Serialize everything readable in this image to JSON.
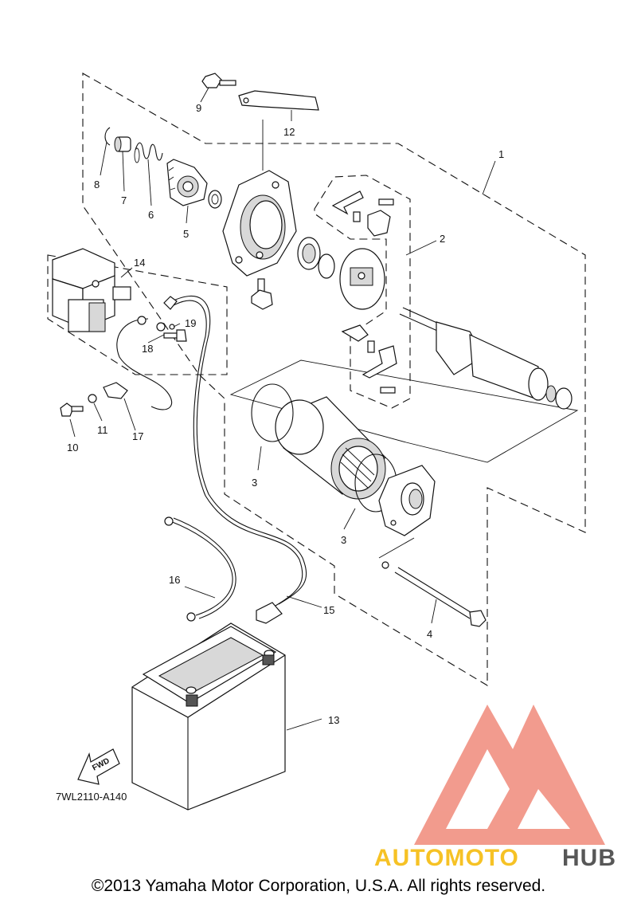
{
  "diagram": {
    "callouts": {
      "c1": "1",
      "c2": "2",
      "c3a": "3",
      "c3b": "3",
      "c4": "4",
      "c5": "5",
      "c6": "6",
      "c7": "7",
      "c8": "8",
      "c9": "9",
      "c10": "10",
      "c11": "11",
      "c12": "12",
      "c13": "13",
      "c14": "14",
      "c15": "15",
      "c16": "16",
      "c17": "17",
      "c18": "18",
      "c19": "19"
    },
    "fwd_label": "FWD",
    "diagram_code": "7WL2110-A140"
  },
  "watermark": {
    "part1": "AUTOMOTO",
    "part2": "HUB",
    "color_primary": "#f08a7a",
    "color_secondary": "#f5b800",
    "color_dark": "#3a3a3a"
  },
  "footer": {
    "copyright": "©2013 Yamaha Motor Corporation, U.S.A. All rights reserved."
  }
}
